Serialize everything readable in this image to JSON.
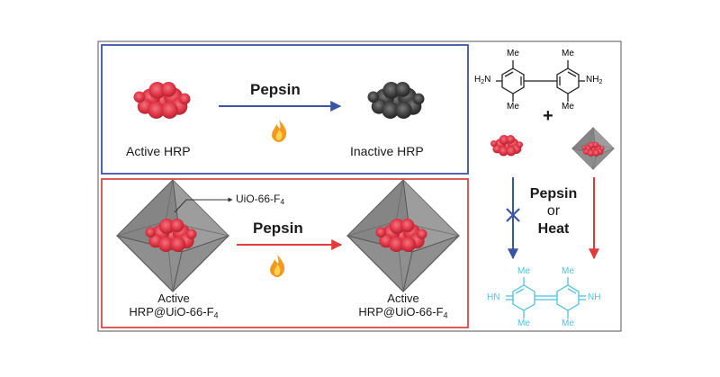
{
  "colors": {
    "frame": "#555555",
    "blue_box": "#3a55a5",
    "red_box": "#d94a4a",
    "protein": "#e23a4a",
    "inactive_protein": "#404040",
    "octahedron": "#8f8f8f",
    "blue_arrow": "#3a55a5",
    "red_arrow": "#e23a3a",
    "oxidized_product": "#4fc1e0",
    "flame_outer": "#f39a1e",
    "flame_inner": "#ffd451"
  },
  "top_panel": {
    "left_label": "Active HRP",
    "arrow_label": "Pepsin",
    "right_label": "Inactive HRP",
    "heat_icon": "flame-icon"
  },
  "bottom_panel": {
    "framework_label_text": "UiO-66-F",
    "framework_label_sub": "4",
    "arrow_label": "Pepsin",
    "left_label_line1": "Active",
    "left_label_line2_text": "HRP@UiO-66-F",
    "left_label_line2_sub": "4",
    "right_label_line1": "Active",
    "right_label_line2_text": "HRP@UiO-66-F",
    "right_label_line2_sub": "4",
    "heat_icon": "flame-icon"
  },
  "right_panel": {
    "me": "Me",
    "h2n_text": "H",
    "h2n_sub": "2",
    "h2n_rest": "N",
    "nh2_text": "NH",
    "nh2_sub": "2",
    "plus": "+",
    "condition_line1": "Pepsin",
    "condition_line2": "or",
    "condition_line3": "Heat",
    "blocked_icon": "cross-icon",
    "hn": "HN",
    "nh": "NH"
  }
}
